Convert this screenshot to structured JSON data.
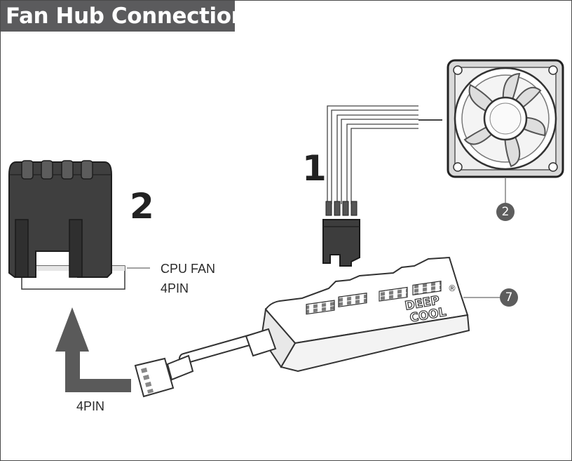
{
  "title": "Fan Hub Connection",
  "step_labels": {
    "step1": "1",
    "step2": "2"
  },
  "callouts": {
    "fan": "2",
    "hub": "7"
  },
  "cpu_fan_label": {
    "line1": "CPU FAN",
    "line2": "4PIN"
  },
  "arrow_label": "4PIN",
  "hub_logo": {
    "line1": "DEEP",
    "line2": "COOL",
    "registered": "®"
  },
  "colors": {
    "title_bar": "#5b5b5d",
    "connector": "#3a3a3a",
    "callout": "#5d5d5d",
    "arrow": "#5a5a5a"
  }
}
